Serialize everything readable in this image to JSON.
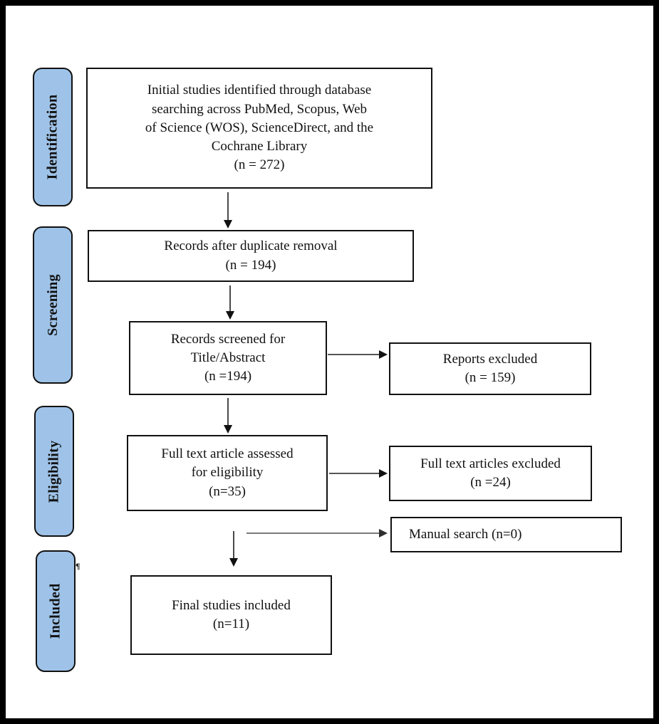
{
  "diagram": {
    "kind": "PRISMA study selection flow diagram",
    "stages": [
      {
        "id": "identification",
        "label": "Identification"
      },
      {
        "id": "screening",
        "label": "Screening"
      },
      {
        "id": "eligibility",
        "label": "Eligibility"
      },
      {
        "id": "included",
        "label": "Included"
      }
    ],
    "boxes": {
      "initial": {
        "text": "Initial studies identified through database\nsearching across PubMed, Scopus, Web\nof Science (WOS), ScienceDirect, and the\nCochrane Library\n(n = 272)",
        "n": 272
      },
      "duplicates": {
        "text": "Records after duplicate removal\n(n = 194)",
        "n": 194
      },
      "screened": {
        "text": "Records screened for\nTitle/Abstract\n(n =194)",
        "n": 194
      },
      "fulltext": {
        "text": "Full text article assessed\nfor eligibility\n(n=35)",
        "n": 35
      },
      "final": {
        "text": "Final studies included\n(n=11)",
        "n": 11
      },
      "reports_excluded": {
        "text": "Reports excluded\n(n = 159)",
        "n": 159
      },
      "fulltext_excluded": {
        "text": "Full text articles excluded\n(n =24)",
        "n": 24
      },
      "manual_search": {
        "text": "Manual search (n=0)",
        "n": 0
      }
    },
    "paragraph_mark": "¶",
    "colors": {
      "stage_fill": "#9fc3e8",
      "stage_border": "#111111",
      "box_border": "#111111",
      "arrow": "#4a4a4a",
      "outer_frame": "#000000",
      "background": "#ffffff"
    }
  }
}
